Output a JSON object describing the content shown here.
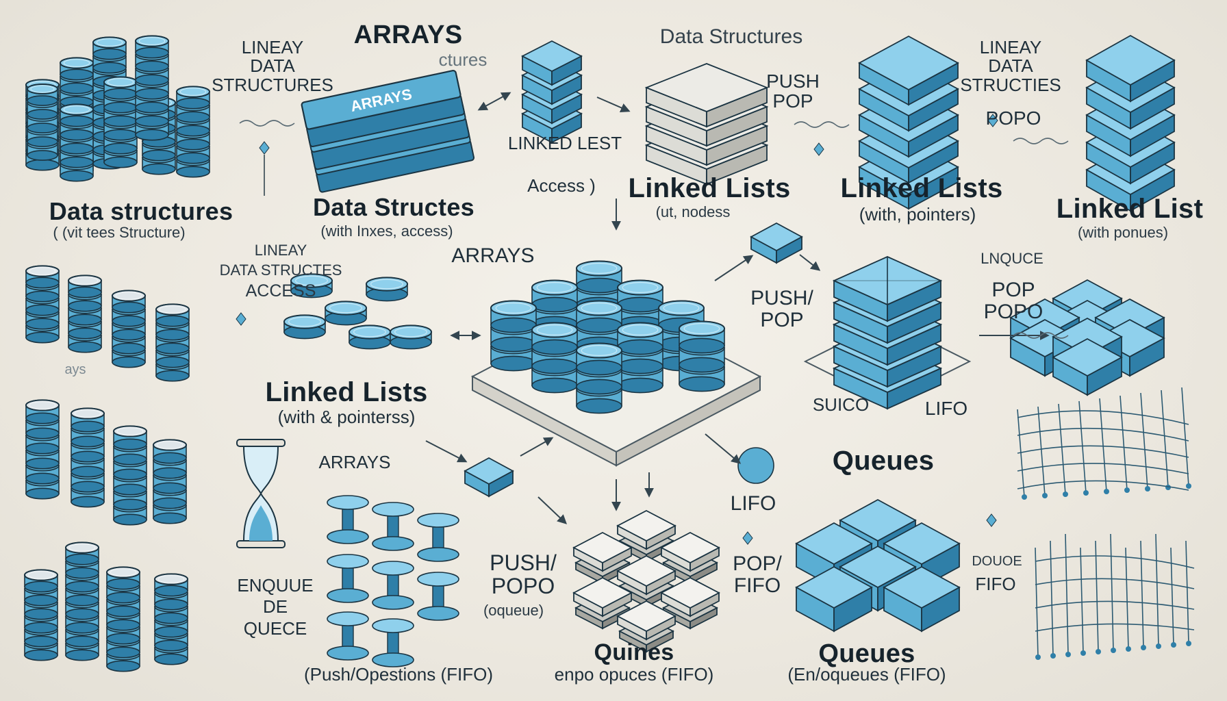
{
  "labels": {
    "lineay_1": [
      "LINEAY",
      "DATA",
      "STRUCTURES"
    ],
    "arrays_top": "ARRAYS",
    "ctures_ghost": "ctures",
    "data_structures_top": "Data Structures",
    "lineay_2": [
      "LINEAY",
      "DATA",
      "STRUCTIES"
    ],
    "push_pop_top": [
      "PUSH",
      "POP"
    ],
    "popo_top": "POPO",
    "linked_lest": "LINKED LEST",
    "access_paren": "Access )",
    "linked_lists_1": "Linked Lists",
    "nodes_sub": "(ut, nodess",
    "linked_lists_2": "Linked Lists",
    "with_pointers_1": "(with, pointers)",
    "linked_list_right": "Linked List",
    "with_ponues": "(with   ponues)",
    "data_structures_left": "Data  structures",
    "tees_structure": "( (vit tees Structure)",
    "data_structes": "Data Structes",
    "with_inxes": "(with Inxes, access)",
    "lineay_3": [
      "LINEAY",
      "DATA STRUCTES",
      "ACCESS"
    ],
    "arrays_mid": "ARRAYS",
    "push_pop_mid": [
      "PUSH/",
      "POP"
    ],
    "lnquce": "LNQUCE",
    "pop_popo": [
      "POP",
      "POPO"
    ],
    "ays_ghost": "ays",
    "linked_lists_3": "Linked Lists",
    "with_pointerss": "(with & pointerss)",
    "suico": "SUICO",
    "lifo_1": "LIFO",
    "queues_1": "Queues",
    "arrays_low": "ARRAYS",
    "lifo_2": "LIFO",
    "push_popo": [
      "PUSH/",
      "POPO"
    ],
    "oqueue": "(oqueue)",
    "pop_fifo": [
      "POP/",
      "FIFO"
    ],
    "dquue": "DOUOE",
    "fifo_right": "FIFO",
    "enqueue_dequece": [
      "ENQUUE",
      "DE",
      "QUECE"
    ],
    "quines": "Quines",
    "queues_2": "Queues",
    "push_operations": "(Push/Opestions (FIFO)",
    "enpo_opuces": "enpo opuces  (FIFO)",
    "en_oqueues": "(En/oqueues  (FIFO)",
    "arrays_book": "ARRAYS"
  },
  "colors": {
    "teal": "#5aaed3",
    "teal_dark": "#2f7fa8",
    "teal_light": "#8fd0ec",
    "slate": "#1b3442",
    "grey_block": "#dcdcd6",
    "base_plate": "#f1efe8"
  }
}
